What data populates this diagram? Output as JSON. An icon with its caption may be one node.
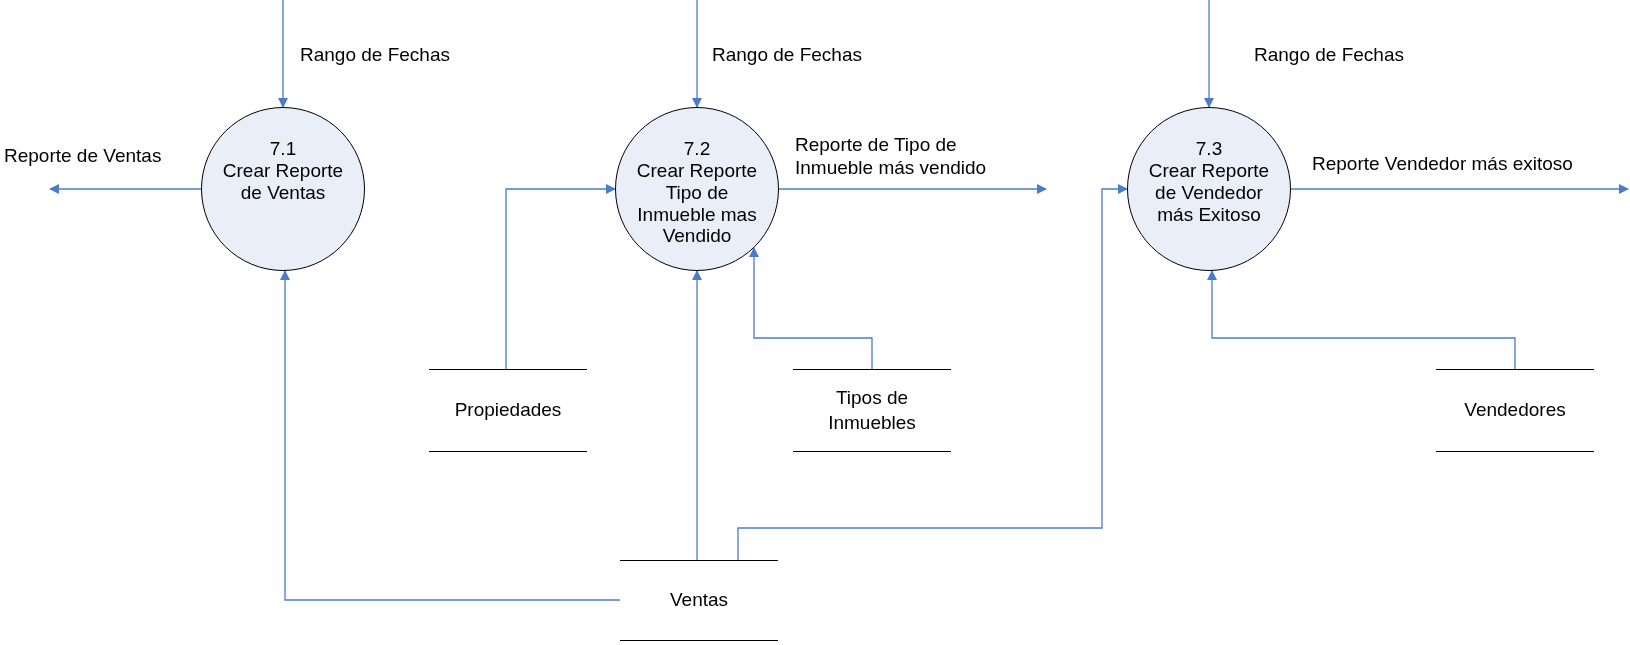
{
  "diagram": {
    "nodes": [
      {
        "text": [
          "7.1",
          "Crear Reporte de Ventas"
        ]
      },
      {
        "text": [
          "7.2",
          "Crear Reporte Tipo de Inmueble mas Vendido"
        ]
      },
      {
        "text": [
          "7.3",
          "Crear Reporte de Vendedor más Exitoso"
        ]
      },
      {
        "text": [
          "Propiedades"
        ]
      },
      {
        "text": [
          "Tipos de Inmuebles"
        ]
      },
      {
        "text": [
          "Vendedores"
        ]
      },
      {
        "text": [
          "Ventas"
        ]
      }
    ],
    "edges": [
      {
        "from": null,
        "to": 0,
        "arrow": "to",
        "label": "Rango de Fechas"
      },
      {
        "from": 0,
        "to": null,
        "arrow": "to",
        "label": "Reporte de Ventas"
      },
      {
        "from": null,
        "to": 1,
        "arrow": "to",
        "label": "Rango de Fechas"
      },
      {
        "from": 1,
        "to": null,
        "arrow": "to",
        "label": "Reporte de Tipo de Inmueble más vendido"
      },
      {
        "from": null,
        "to": 2,
        "arrow": "to",
        "label": "Rango de Fechas"
      },
      {
        "from": 2,
        "to": null,
        "arrow": "to",
        "label": "Reporte Vendedor más exitoso"
      },
      {
        "from": 3,
        "to": 1,
        "arrow": "to"
      },
      {
        "from": 4,
        "to": 1,
        "arrow": "to"
      },
      {
        "from": 6,
        "to": 1,
        "arrow": "to"
      },
      {
        "from": 6,
        "to": 0,
        "arrow": "to"
      },
      {
        "from": 6,
        "to": 2,
        "arrow": "to"
      },
      {
        "from": 5,
        "to": 2,
        "arrow": "to"
      }
    ]
  }
}
